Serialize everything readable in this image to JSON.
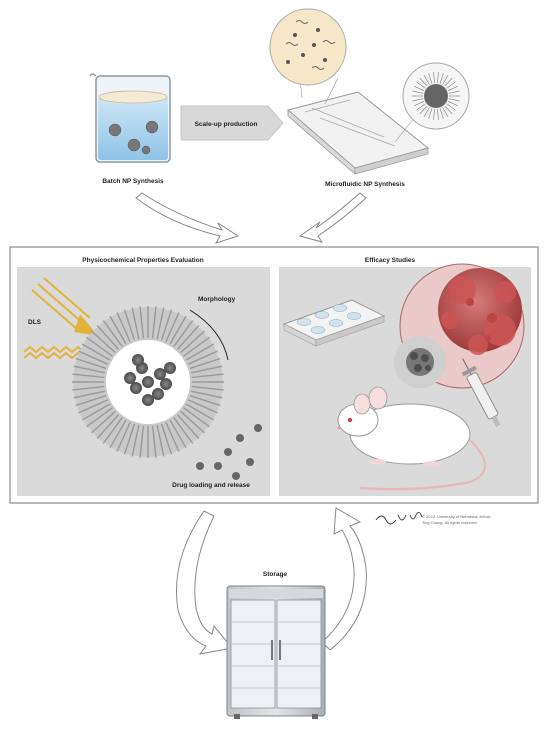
{
  "top": {
    "batch_label": "Batch NP Synthesis",
    "scaleup_label": "Scale-up production",
    "microfluidic_label": "Microfluidic NP Synthesis"
  },
  "middle": {
    "left_panel_title": "Physicochemical Properties Evaluation",
    "right_panel_title": "Efficacy Studies",
    "dls_label": "DLS",
    "morphology_label": "Morphology",
    "drug_label": "Drug loading and release"
  },
  "bottom": {
    "storage_label": "Storage"
  },
  "credit": {
    "signature": "Tak Chong",
    "line1": "© 2022, University of Nebraska, Arthur-",
    "line2": "Ting Chong. All rights reserved."
  }
}
